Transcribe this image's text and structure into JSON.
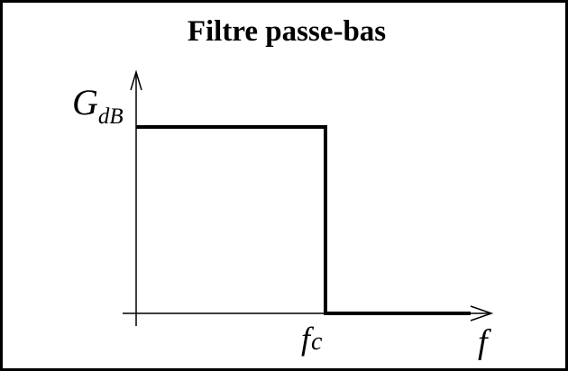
{
  "title": "Filtre passe-bas",
  "y_axis": {
    "symbol": "G",
    "subscript": "dB"
  },
  "x_axis": {
    "symbol": "f"
  },
  "cutoff": {
    "symbol": "f",
    "subscript": "c"
  },
  "colors": {
    "line": "#000000",
    "axis": "#000000",
    "background": "#ffffff"
  }
}
